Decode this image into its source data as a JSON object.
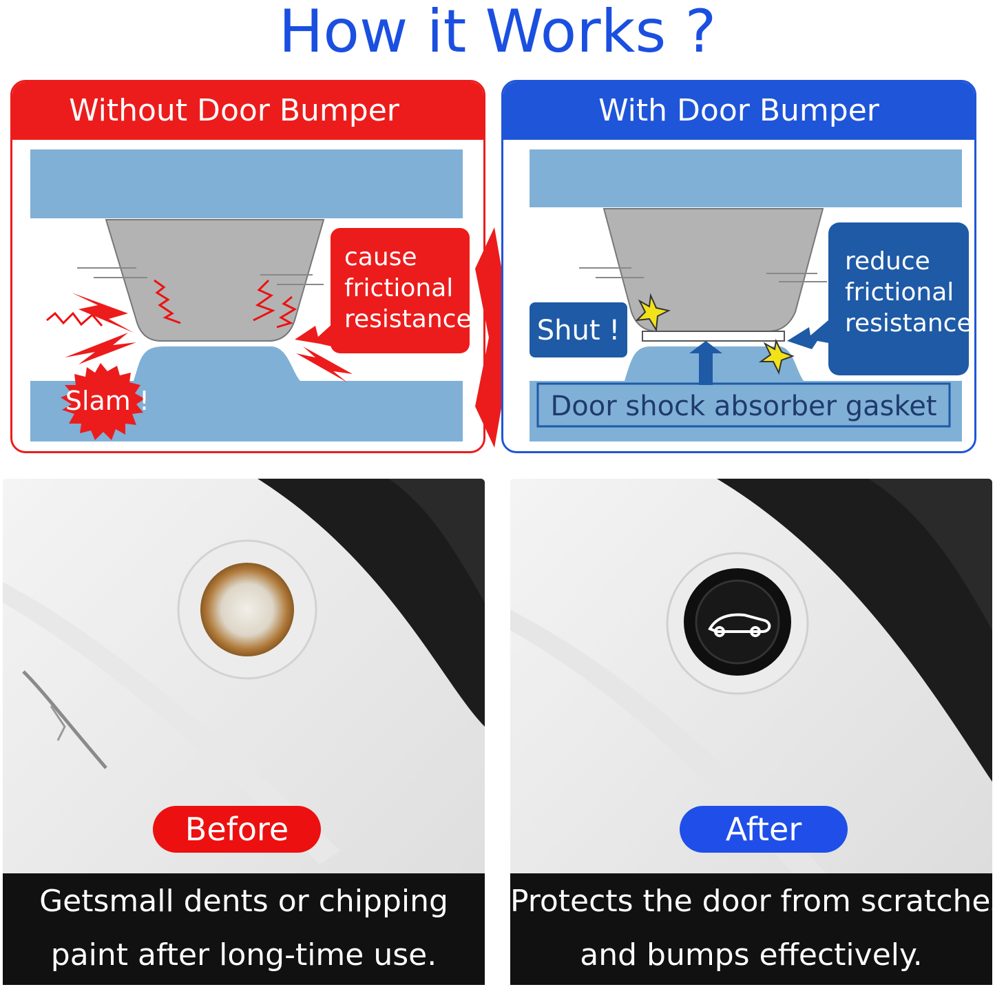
{
  "title": "How it Works ?",
  "left_panel": {
    "heading": "Without Door Bumper",
    "callout_lines": [
      "cause",
      "frictional",
      "resistance"
    ],
    "burst_label": "Slam !"
  },
  "right_panel": {
    "heading": "With Door Bumper",
    "callout_lines": [
      "reduce",
      "frictional",
      "resistance"
    ],
    "shut_label": "Shut !",
    "gasket_label": "Door shock absorber gasket"
  },
  "before": {
    "badge": "Before",
    "caption_lines": [
      "Getsmall dents or chipping",
      "paint after long-time use."
    ]
  },
  "after": {
    "badge": "After",
    "caption_lines": [
      "Protects the door from scratches",
      "and bumps effectively."
    ]
  },
  "colors": {
    "red": "#ec1c1c",
    "blue": "#1f55d8",
    "title_blue": "#1a4fe0",
    "panel_bar": "#80b0d6",
    "block_gray": "#b3b3b3"
  },
  "icons": [
    "lightning-icon",
    "star-icon",
    "up-arrow-icon",
    "right-arrow-icon",
    "car-logo-icon"
  ]
}
